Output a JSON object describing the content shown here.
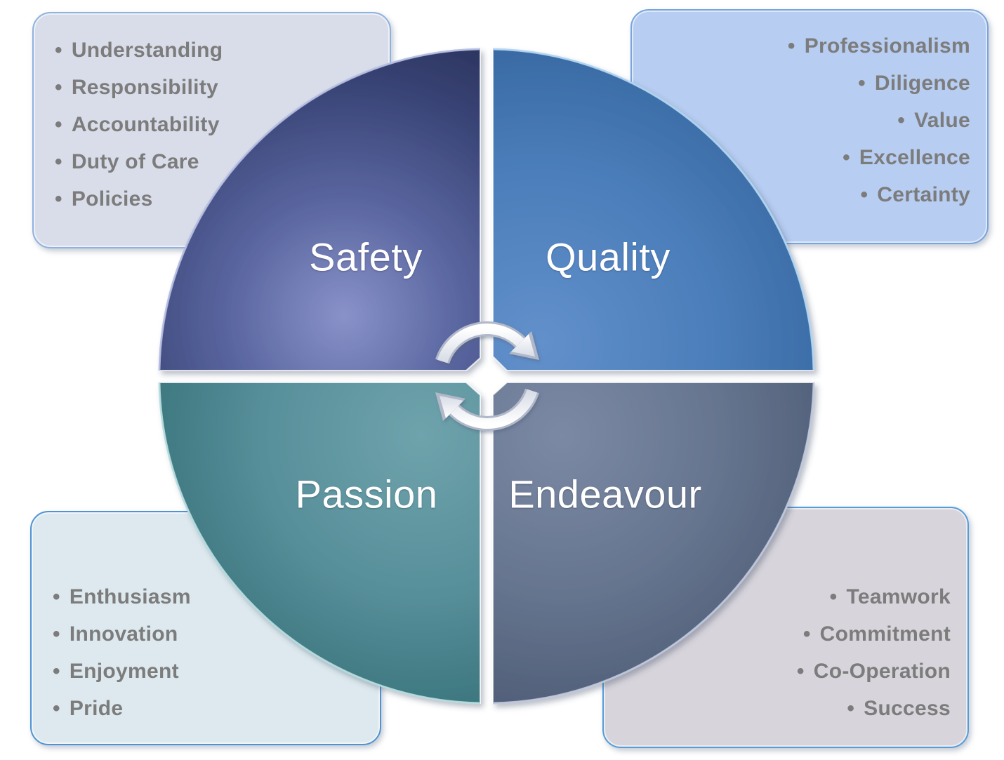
{
  "diagram": {
    "type": "quadrant-cycle",
    "center_icon": "cycle-arrows-icon",
    "quadrants": [
      {
        "name": "Safety",
        "position": "top-left",
        "wheel_color": "#4a5691",
        "wheel_color_dark": "#2c3560",
        "wheel_color_light": "#8992c9",
        "box_fill": "#d9dde9",
        "box_border": "#8fb2e0",
        "items": [
          "Understanding",
          "Responsibility",
          "Accountability",
          "Duty of Care",
          "Policies"
        ]
      },
      {
        "name": "Quality",
        "position": "top-right",
        "wheel_color": "#4a7db9",
        "wheel_color_dark": "#35659e",
        "wheel_color_light": "#6290cb",
        "box_fill": "#b7cdf1",
        "box_border": "#78a5de",
        "items": [
          "Professionalism",
          "Diligence",
          "Value",
          "Excellence",
          "Certainty"
        ]
      },
      {
        "name": "Passion",
        "position": "bottom-left",
        "wheel_color": "#578f9a",
        "wheel_color_dark": "#346e75",
        "wheel_color_light": "#6fa3ac",
        "box_fill": "#dde9ee",
        "box_border": "#4f93d6",
        "items": [
          "Enthusiasm",
          "Innovation",
          "Enjoyment",
          "Pride"
        ]
      },
      {
        "name": "Endeavour",
        "position": "bottom-right",
        "wheel_color": "#66758f",
        "wheel_color_dark": "#4b5872",
        "wheel_color_light": "#7b89a5",
        "box_fill": "#d7d4db",
        "box_border": "#559dda",
        "items": [
          "Teamwork",
          "Commitment",
          "Co-Operation",
          "Success"
        ]
      }
    ],
    "list_text_color": "#7c7c7c",
    "label_text_color": "#ffffff"
  },
  "glyphs": {
    "bullet": "•"
  }
}
